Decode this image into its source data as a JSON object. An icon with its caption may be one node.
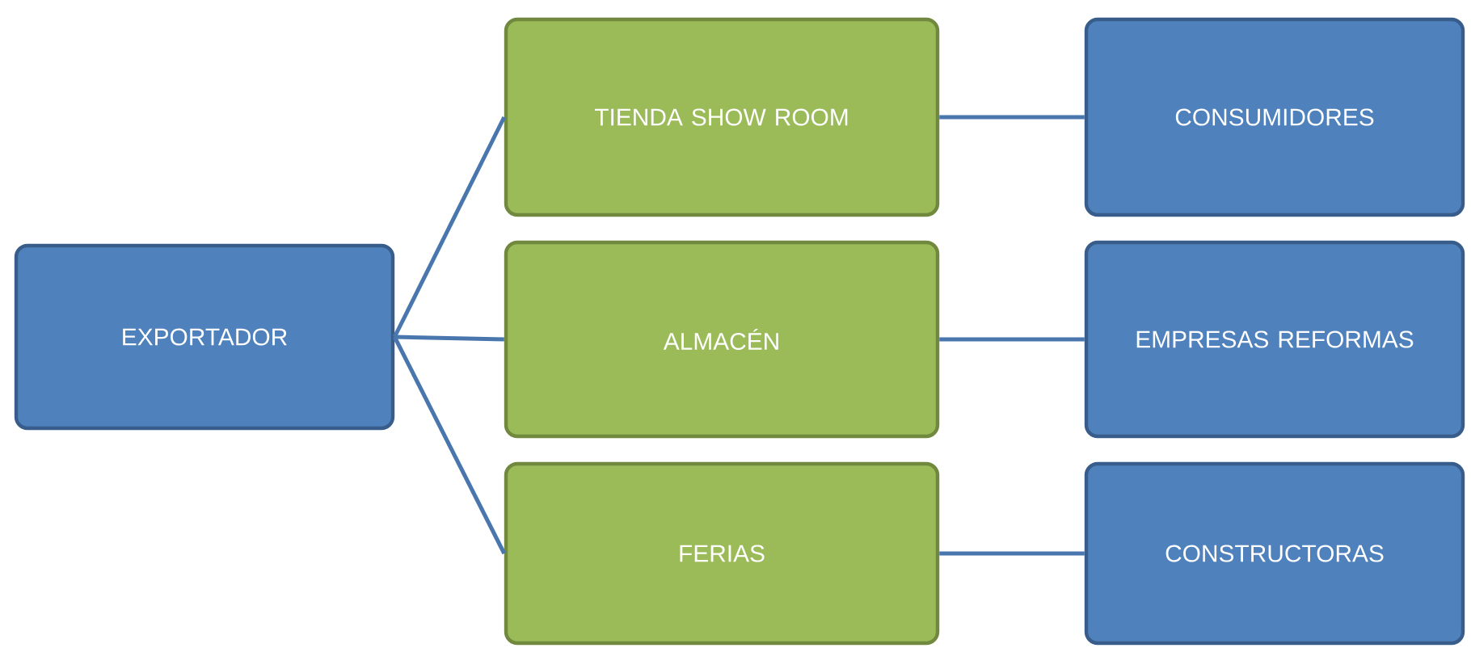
{
  "diagram": {
    "nodes": [
      {
        "text": [
          "EXPORTADOR"
        ]
      },
      {
        "text": [
          "TIENDA SHOW ROOM"
        ]
      },
      {
        "text": [
          "ALMACÉN"
        ]
      },
      {
        "text": [
          "FERIAS"
        ]
      },
      {
        "text": [
          "CONSUMIDORES"
        ]
      },
      {
        "text": [
          "EMPRESAS REFORMAS"
        ]
      },
      {
        "text": [
          "CONSTRUCTORAS"
        ]
      }
    ],
    "edges": [
      {
        "from": 0,
        "to": 1,
        "arrow": "none"
      },
      {
        "from": 0,
        "to": 2,
        "arrow": "none"
      },
      {
        "from": 0,
        "to": 3,
        "arrow": "none"
      },
      {
        "from": 1,
        "to": 4,
        "arrow": "none"
      },
      {
        "from": 2,
        "to": 5,
        "arrow": "none"
      },
      {
        "from": 3,
        "to": 6,
        "arrow": "none"
      }
    ]
  }
}
